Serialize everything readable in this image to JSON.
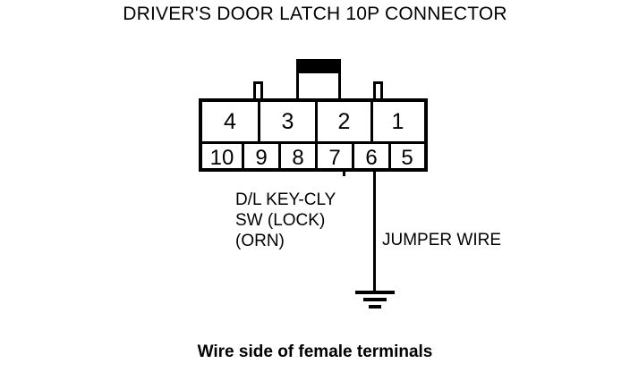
{
  "diagram": {
    "title": "DRIVER'S DOOR LATCH 10P CONNECTOR",
    "caption": "Wire side of female terminals",
    "colors": {
      "background": "#ffffff",
      "ink": "#000000"
    }
  },
  "connector": {
    "pin_count": 10,
    "top_row": [
      {
        "pin": "4"
      },
      {
        "pin": "3"
      },
      {
        "pin": "2"
      },
      {
        "pin": "1"
      }
    ],
    "bottom_row": [
      {
        "pin": "10"
      },
      {
        "pin": "9"
      },
      {
        "pin": "8"
      },
      {
        "pin": "7"
      },
      {
        "pin": "6"
      },
      {
        "pin": "5"
      }
    ]
  },
  "annotations": {
    "circuit_label": {
      "line1": "D/L KEY-CLY",
      "line2": "SW (LOCK)",
      "line3": "(ORN)",
      "attached_pin": "7"
    },
    "jumper_label": {
      "text": "JUMPER WIRE",
      "attached_pin": "6"
    }
  }
}
